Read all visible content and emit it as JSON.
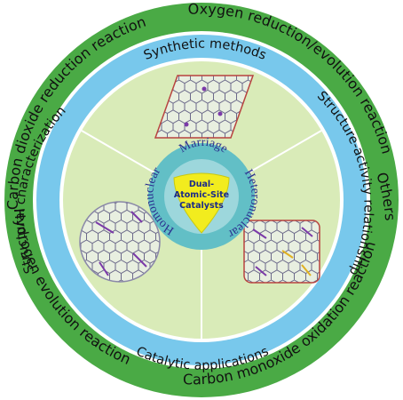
{
  "outer_ring": {
    "top_left": "Carbon dioxide reduction reaction",
    "top_right": "Oxygen reduction/evolution reaction",
    "right": "Others",
    "bottom_left": "Hydrogen evolution reaction",
    "bottom_right": "Carbon monoxide oxidation reaction"
  },
  "inner_ring": {
    "top": "Synthetic methods",
    "left": "Structural characterization",
    "right": "Structure-activity relationship",
    "bottom": "Catalytic applications"
  },
  "core": {
    "top": "Marriage",
    "left": "Homonuclear",
    "right": "Heteronuclear"
  },
  "center": {
    "line1": "Dual-",
    "line2": "Atomic-Site",
    "line3": "Catalysts"
  },
  "colors": {
    "outer_ring": "#4aaa45",
    "inner_ring": "#78c8ec",
    "field": "#d9ebb8",
    "core": "#62bfc6",
    "center": "#f2ec1e",
    "lattice_edge": "#b7433f",
    "lattice_line": "#6c6a8a",
    "atom_highlight": "#7b3aa8"
  },
  "icons": [
    "honeycomb-lattice-parallelogram",
    "honeycomb-lattice-circle",
    "honeycomb-lattice-rounded-square"
  ]
}
